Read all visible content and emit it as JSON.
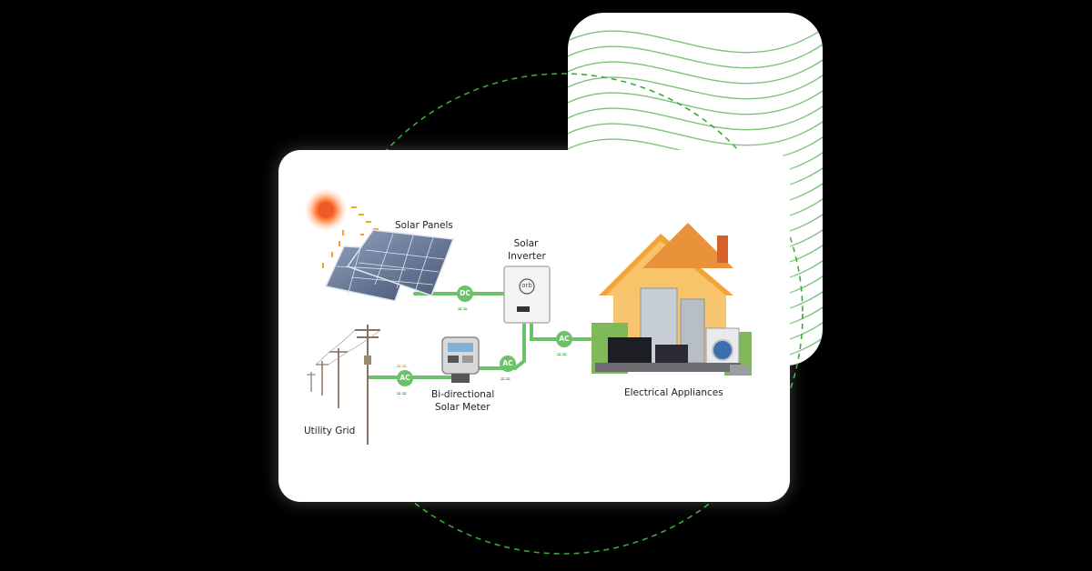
{
  "diagram": {
    "labels": {
      "solar_panels": "Solar Panels",
      "inverter_line1": "Solar",
      "inverter_line2": "Inverter",
      "inverter_logo": "orb",
      "meter_line1": "Bi-directional",
      "meter_line2": "Solar Meter",
      "utility_grid": "Utility Grid",
      "appliances": "Electrical Appliances"
    },
    "badges": {
      "panel_to_inverter": "DC",
      "inverter_to_appliances": "AC",
      "meter_to_inverter": "AC",
      "grid_to_meter": "AC"
    },
    "indicators": {
      "green_glyph": "==",
      "orange_glyph": "=="
    }
  },
  "colors": {
    "background": "#000000",
    "card": "#ffffff",
    "connector_green": "#6cc26a",
    "accent_green": "#5cb85c",
    "indicator_orange": "#f5a623",
    "sun": "#f05a28"
  }
}
